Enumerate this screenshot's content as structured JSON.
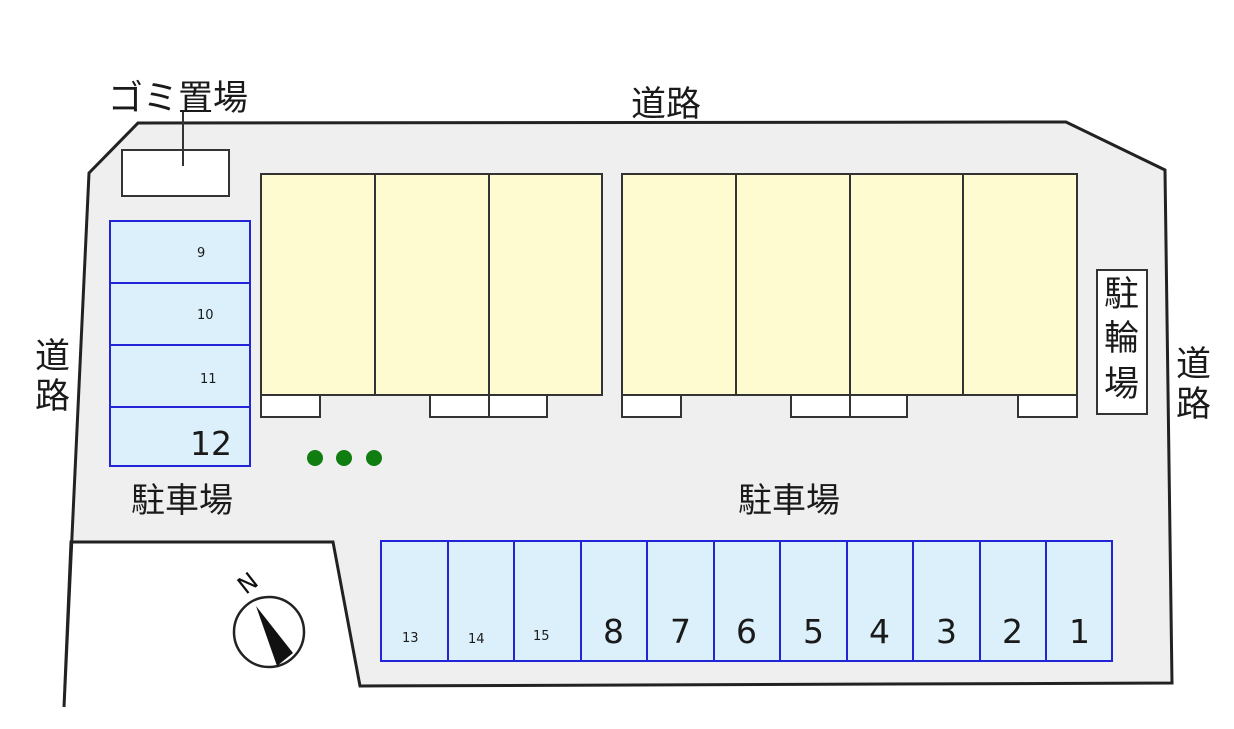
{
  "labels": {
    "garbage": "ゴミ置場",
    "road_top": "道路",
    "road_left": [
      "道",
      "路"
    ],
    "road_right": [
      "道",
      "路"
    ],
    "bicycle": [
      "駐",
      "輪",
      "場"
    ],
    "parking_left": "駐車場",
    "parking_bottom": "駐車場",
    "compass": "N"
  },
  "parking_left_spaces": [
    "9",
    "10",
    "11",
    "12"
  ],
  "parking_bottom_spaces": [
    "13",
    "14",
    "15",
    "8",
    "7",
    "6",
    "5",
    "4",
    "3",
    "2",
    "1"
  ],
  "colors": {
    "site": "#efefef",
    "unit_fill": "#fdfbcf",
    "stall_fill": "#dcf0fb",
    "stall_border": "#2323d8",
    "tree": "#0f7d0f"
  }
}
